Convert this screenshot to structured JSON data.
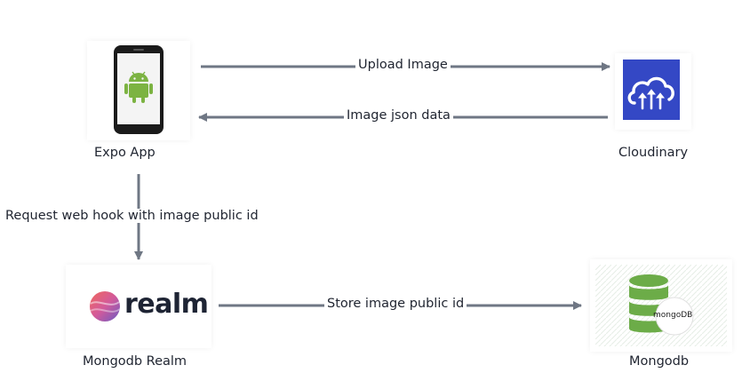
{
  "nodes": {
    "expo": {
      "label": "Expo App",
      "icon": "android-phone-icon"
    },
    "cloudinary": {
      "label": "Cloudinary",
      "icon": "cloudinary-logo-icon",
      "color": "#3448C5"
    },
    "realm": {
      "label": "Mongodb Realm",
      "icon": "realm-logo-icon",
      "logo_text": "realm"
    },
    "mongodb": {
      "label": "Mongodb",
      "icon": "mongodb-logo-icon",
      "logo_text": "mongoDB",
      "color": "#6cac48"
    }
  },
  "edges": {
    "upload": "Upload Image",
    "json": "Image json data",
    "webhook": "Request web hook with image public id",
    "store": "Store image public id"
  },
  "colors": {
    "arrow": "#6f7784",
    "android": "#7cb342"
  }
}
